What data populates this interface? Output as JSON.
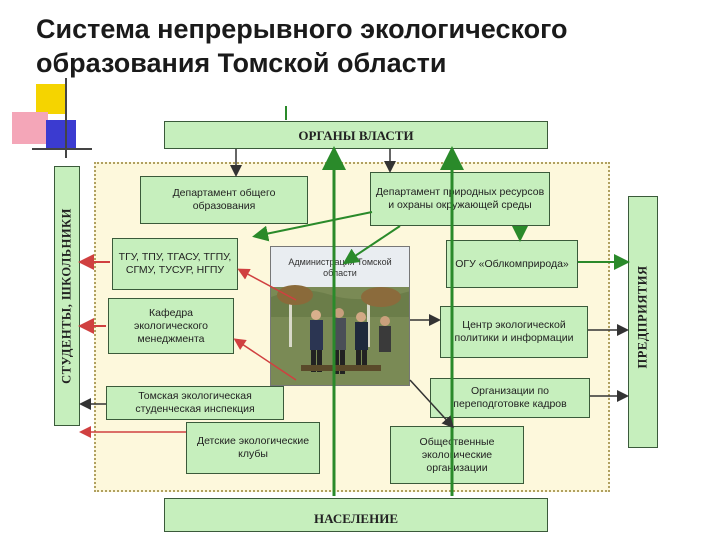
{
  "title": {
    "line1": "Система непрерывного экологического",
    "line2": "образования Томской области"
  },
  "colors": {
    "box_fill": "#c6efbd",
    "frame_fill": "#fdf8dc",
    "arrow_green": "#2a8a2a",
    "arrow_red": "#d04040",
    "arrow_dark": "#333333",
    "deco_yellow": "#f5d400",
    "deco_pink": "#f4a6b8",
    "deco_blue": "#3b3bd0"
  },
  "nodes": {
    "authorities": "ОРГАНЫ ВЛАСТИ",
    "population": "НАСЕЛЕНИЕ",
    "students": "СТУДЕНТЫ, ШКОЛЬНИКИ",
    "enterprises": "ПРЕДПРИЯТИЯ",
    "dept_education": "Департамент общего образования",
    "dept_nature": "Департамент природных ресурсов и охраны окружающей среды",
    "universities": "ТГУ, ТПУ, ТГАСУ, ТГПУ, СГМУ, ТУСУР, НГПУ",
    "ogu": "ОГУ «Облкомприрода»",
    "chair": "Кафедра экологического менеджмента",
    "info_center": "Центр экологической политики и информации",
    "inspection": "Томская экологическая студенческая инспекция",
    "retraining": "Организации по переподготовке кадров",
    "kids_clubs": "Детские экологические клубы",
    "public_orgs": "Общественные экологические организации",
    "administration": "Администрация Томской области"
  }
}
